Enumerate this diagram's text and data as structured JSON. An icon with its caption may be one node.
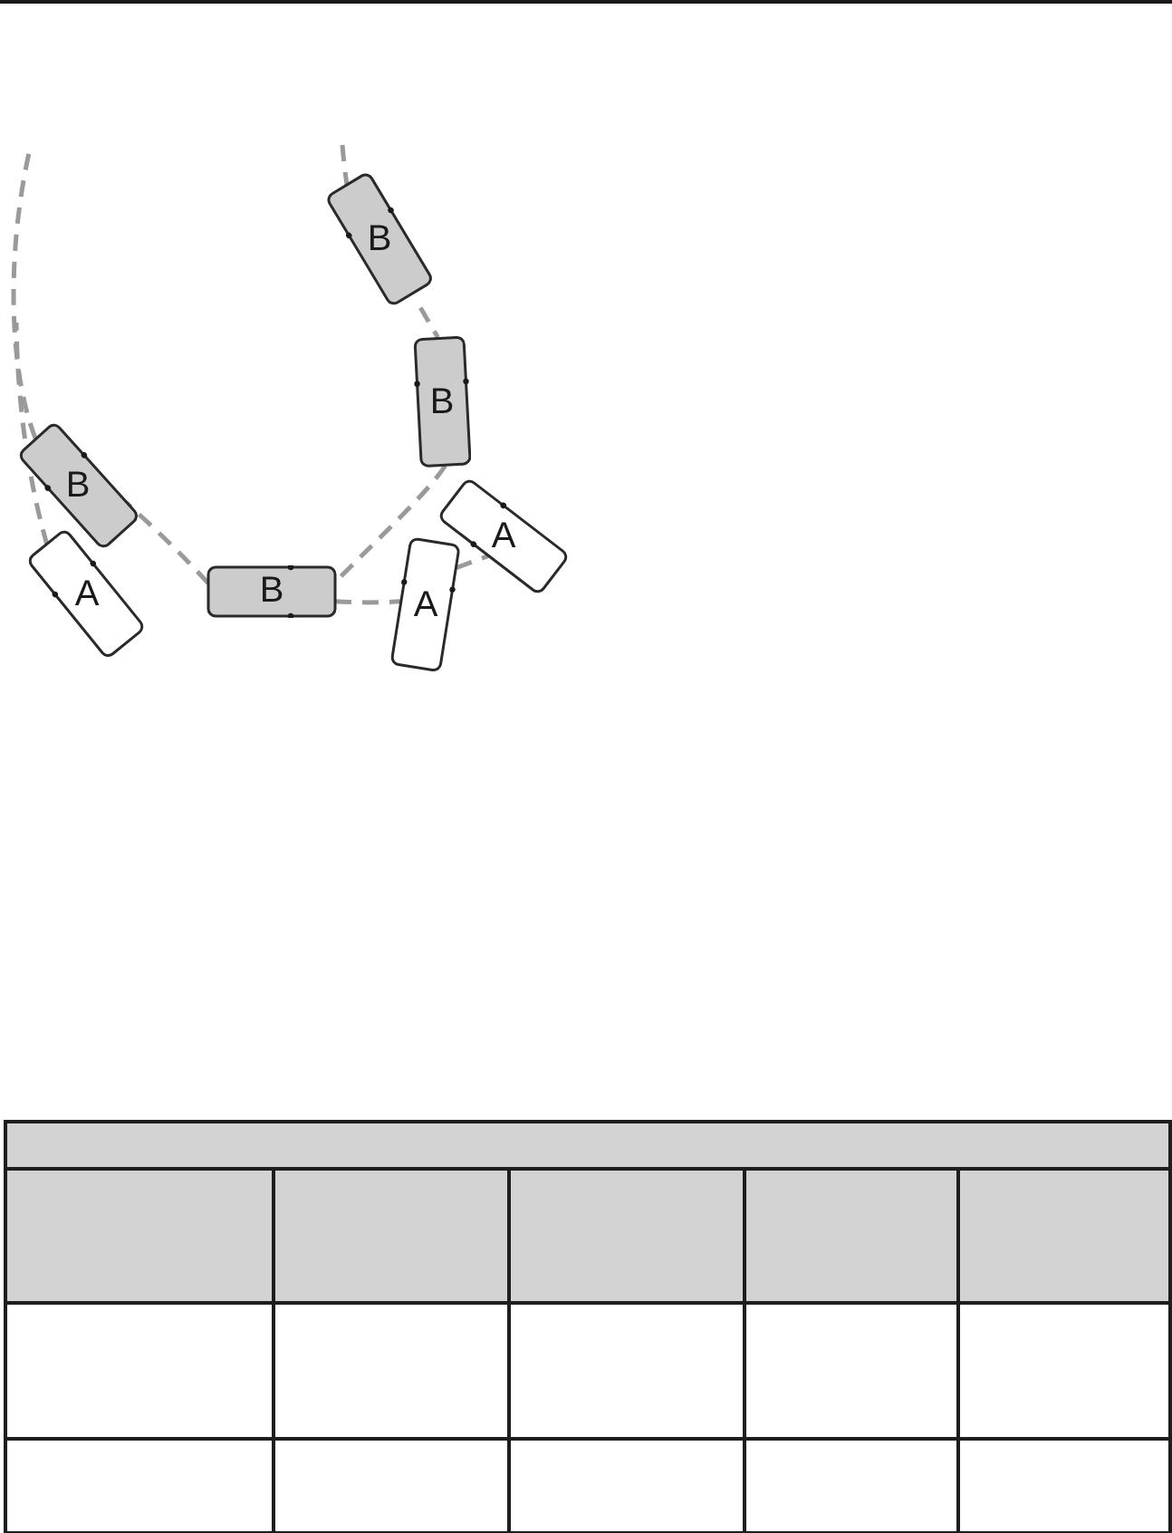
{
  "diagram": {
    "nodes": [
      {
        "text": [
          "B"
        ]
      },
      {
        "text": [
          "B"
        ]
      },
      {
        "text": [
          "B"
        ]
      },
      {
        "text": [
          "A"
        ]
      },
      {
        "text": [
          "A"
        ]
      },
      {
        "text": [
          "B"
        ]
      },
      {
        "text": [
          "A"
        ]
      }
    ],
    "edges": [
      {
        "from": null,
        "to": 0,
        "arrow": "none",
        "style": "dashed"
      },
      {
        "from": 0,
        "to": 1,
        "arrow": "none",
        "style": "dashed"
      },
      {
        "from": 1,
        "to": 5,
        "arrow": "none",
        "style": "dashed"
      },
      {
        "from": 5,
        "to": 2,
        "arrow": "none",
        "style": "dashed"
      },
      {
        "from": 2,
        "to": null,
        "arrow": "none",
        "style": "dashed"
      },
      {
        "from": 4,
        "to": null,
        "arrow": "none",
        "style": "dashed"
      },
      {
        "from": 5,
        "to": 6,
        "arrow": "none",
        "style": "dashed"
      },
      {
        "from": 6,
        "to": 3,
        "arrow": "none",
        "style": "dashed"
      }
    ]
  }
}
